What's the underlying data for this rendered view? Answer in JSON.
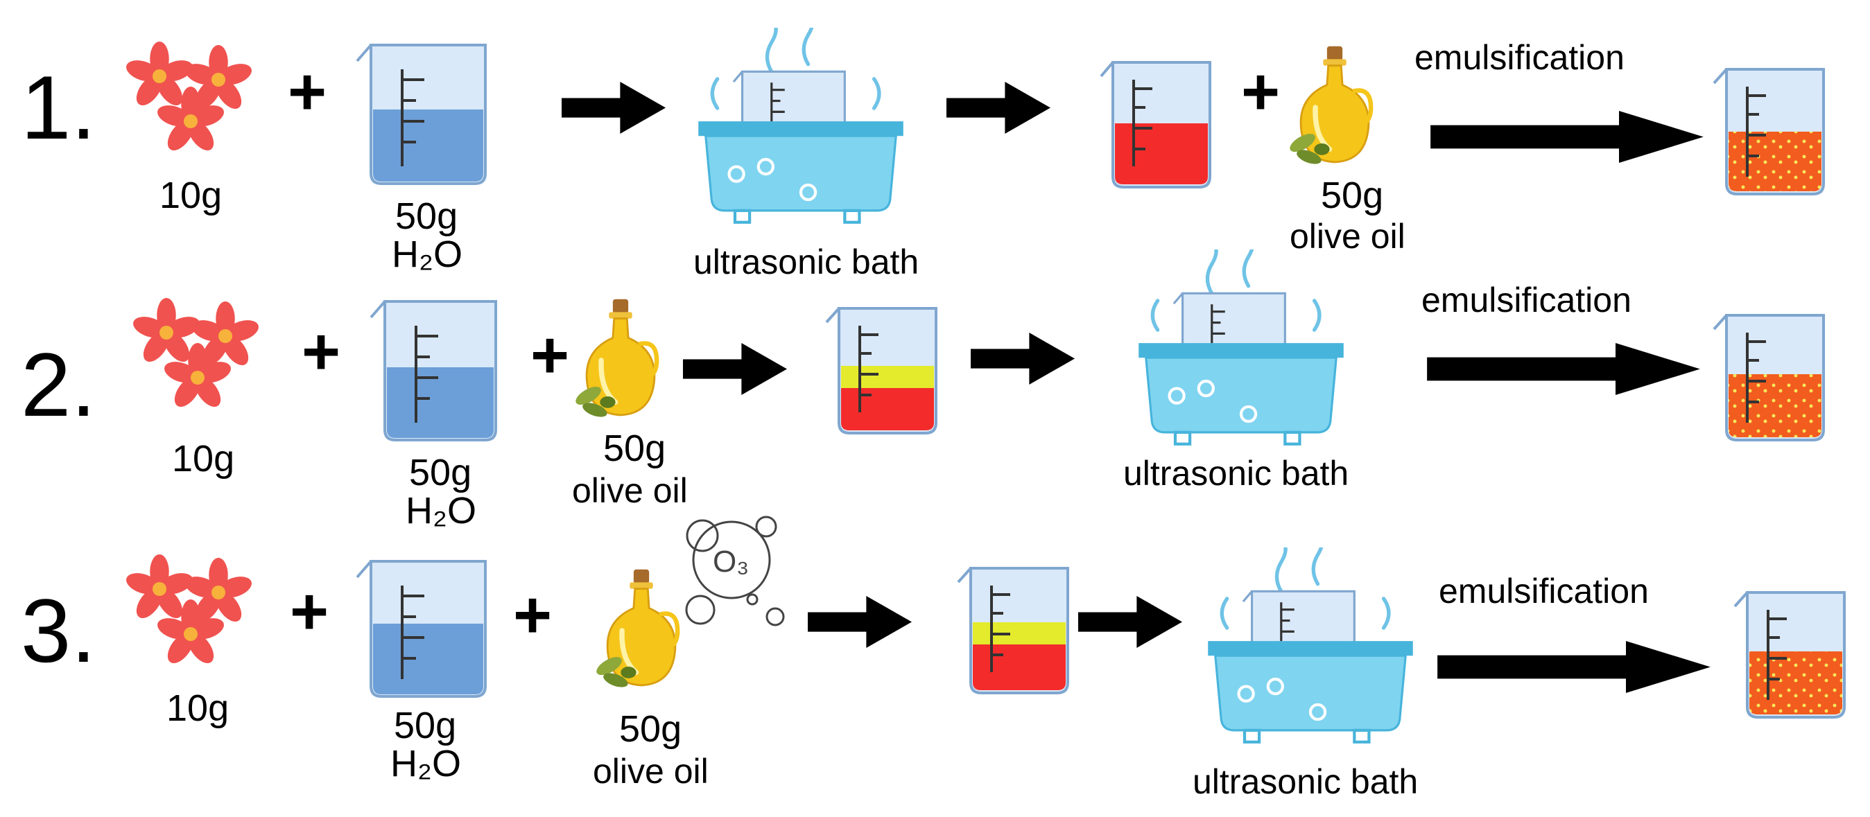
{
  "rows": [
    {
      "number": "1.",
      "flowers_qty": "10g",
      "water_qty": "50g",
      "water_label": "H₂O",
      "bath_label": "ultrasonic bath",
      "oil_qty": "50g",
      "oil_label": "olive oil",
      "emulsification_label": "emulsification",
      "has_ozone": false,
      "ozone_label": ""
    },
    {
      "number": "2.",
      "flowers_qty": "10g",
      "water_qty": "50g",
      "water_label": "H₂O",
      "bath_label": "ultrasonic bath",
      "oil_qty": "50g",
      "oil_label": "olive oil",
      "emulsification_label": "emulsification",
      "has_ozone": false,
      "ozone_label": ""
    },
    {
      "number": "3.",
      "flowers_qty": "10g",
      "water_qty": "50g",
      "water_label": "H₂O",
      "bath_label": "ultrasonic bath",
      "oil_qty": "50g",
      "oil_label": "olive oil",
      "emulsification_label": "emulsification",
      "has_ozone": true,
      "ozone_label": "O₃"
    }
  ],
  "plus_sign": "+",
  "colors": {
    "flower_petal": "#f0524f",
    "flower_center": "#f7b23b",
    "water": "#6c9fd8",
    "beaker_glass": "#d9e9f9",
    "beaker_outline": "#7fa6cf",
    "red_extract": "#f42b2b",
    "oil_layer": "#e4ea2c",
    "emulsion": "#f25c1e",
    "emulsion_droplet": "#f7e65a",
    "bath": "#7fd4f0",
    "bath_dark": "#47b4db",
    "steam": "#6fc3e6",
    "oil_bottle": "#f5c51a",
    "olive_leaf": "#8ea83a",
    "arrow": "#000000"
  }
}
